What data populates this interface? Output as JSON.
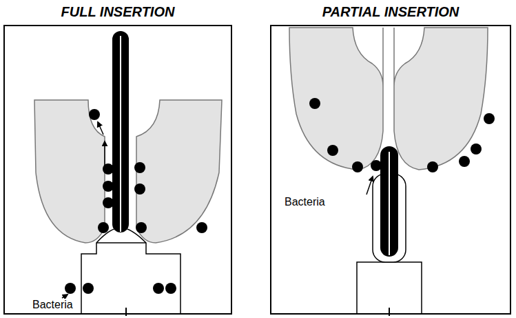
{
  "diagram": {
    "nodes": [
      {
        "text": [
          "FULL INSERTION"
        ]
      },
      {
        "text": [
          "PARTIAL INSERTION"
        ]
      }
    ],
    "labels": [
      "Bacteria",
      "Bacteria"
    ]
  }
}
